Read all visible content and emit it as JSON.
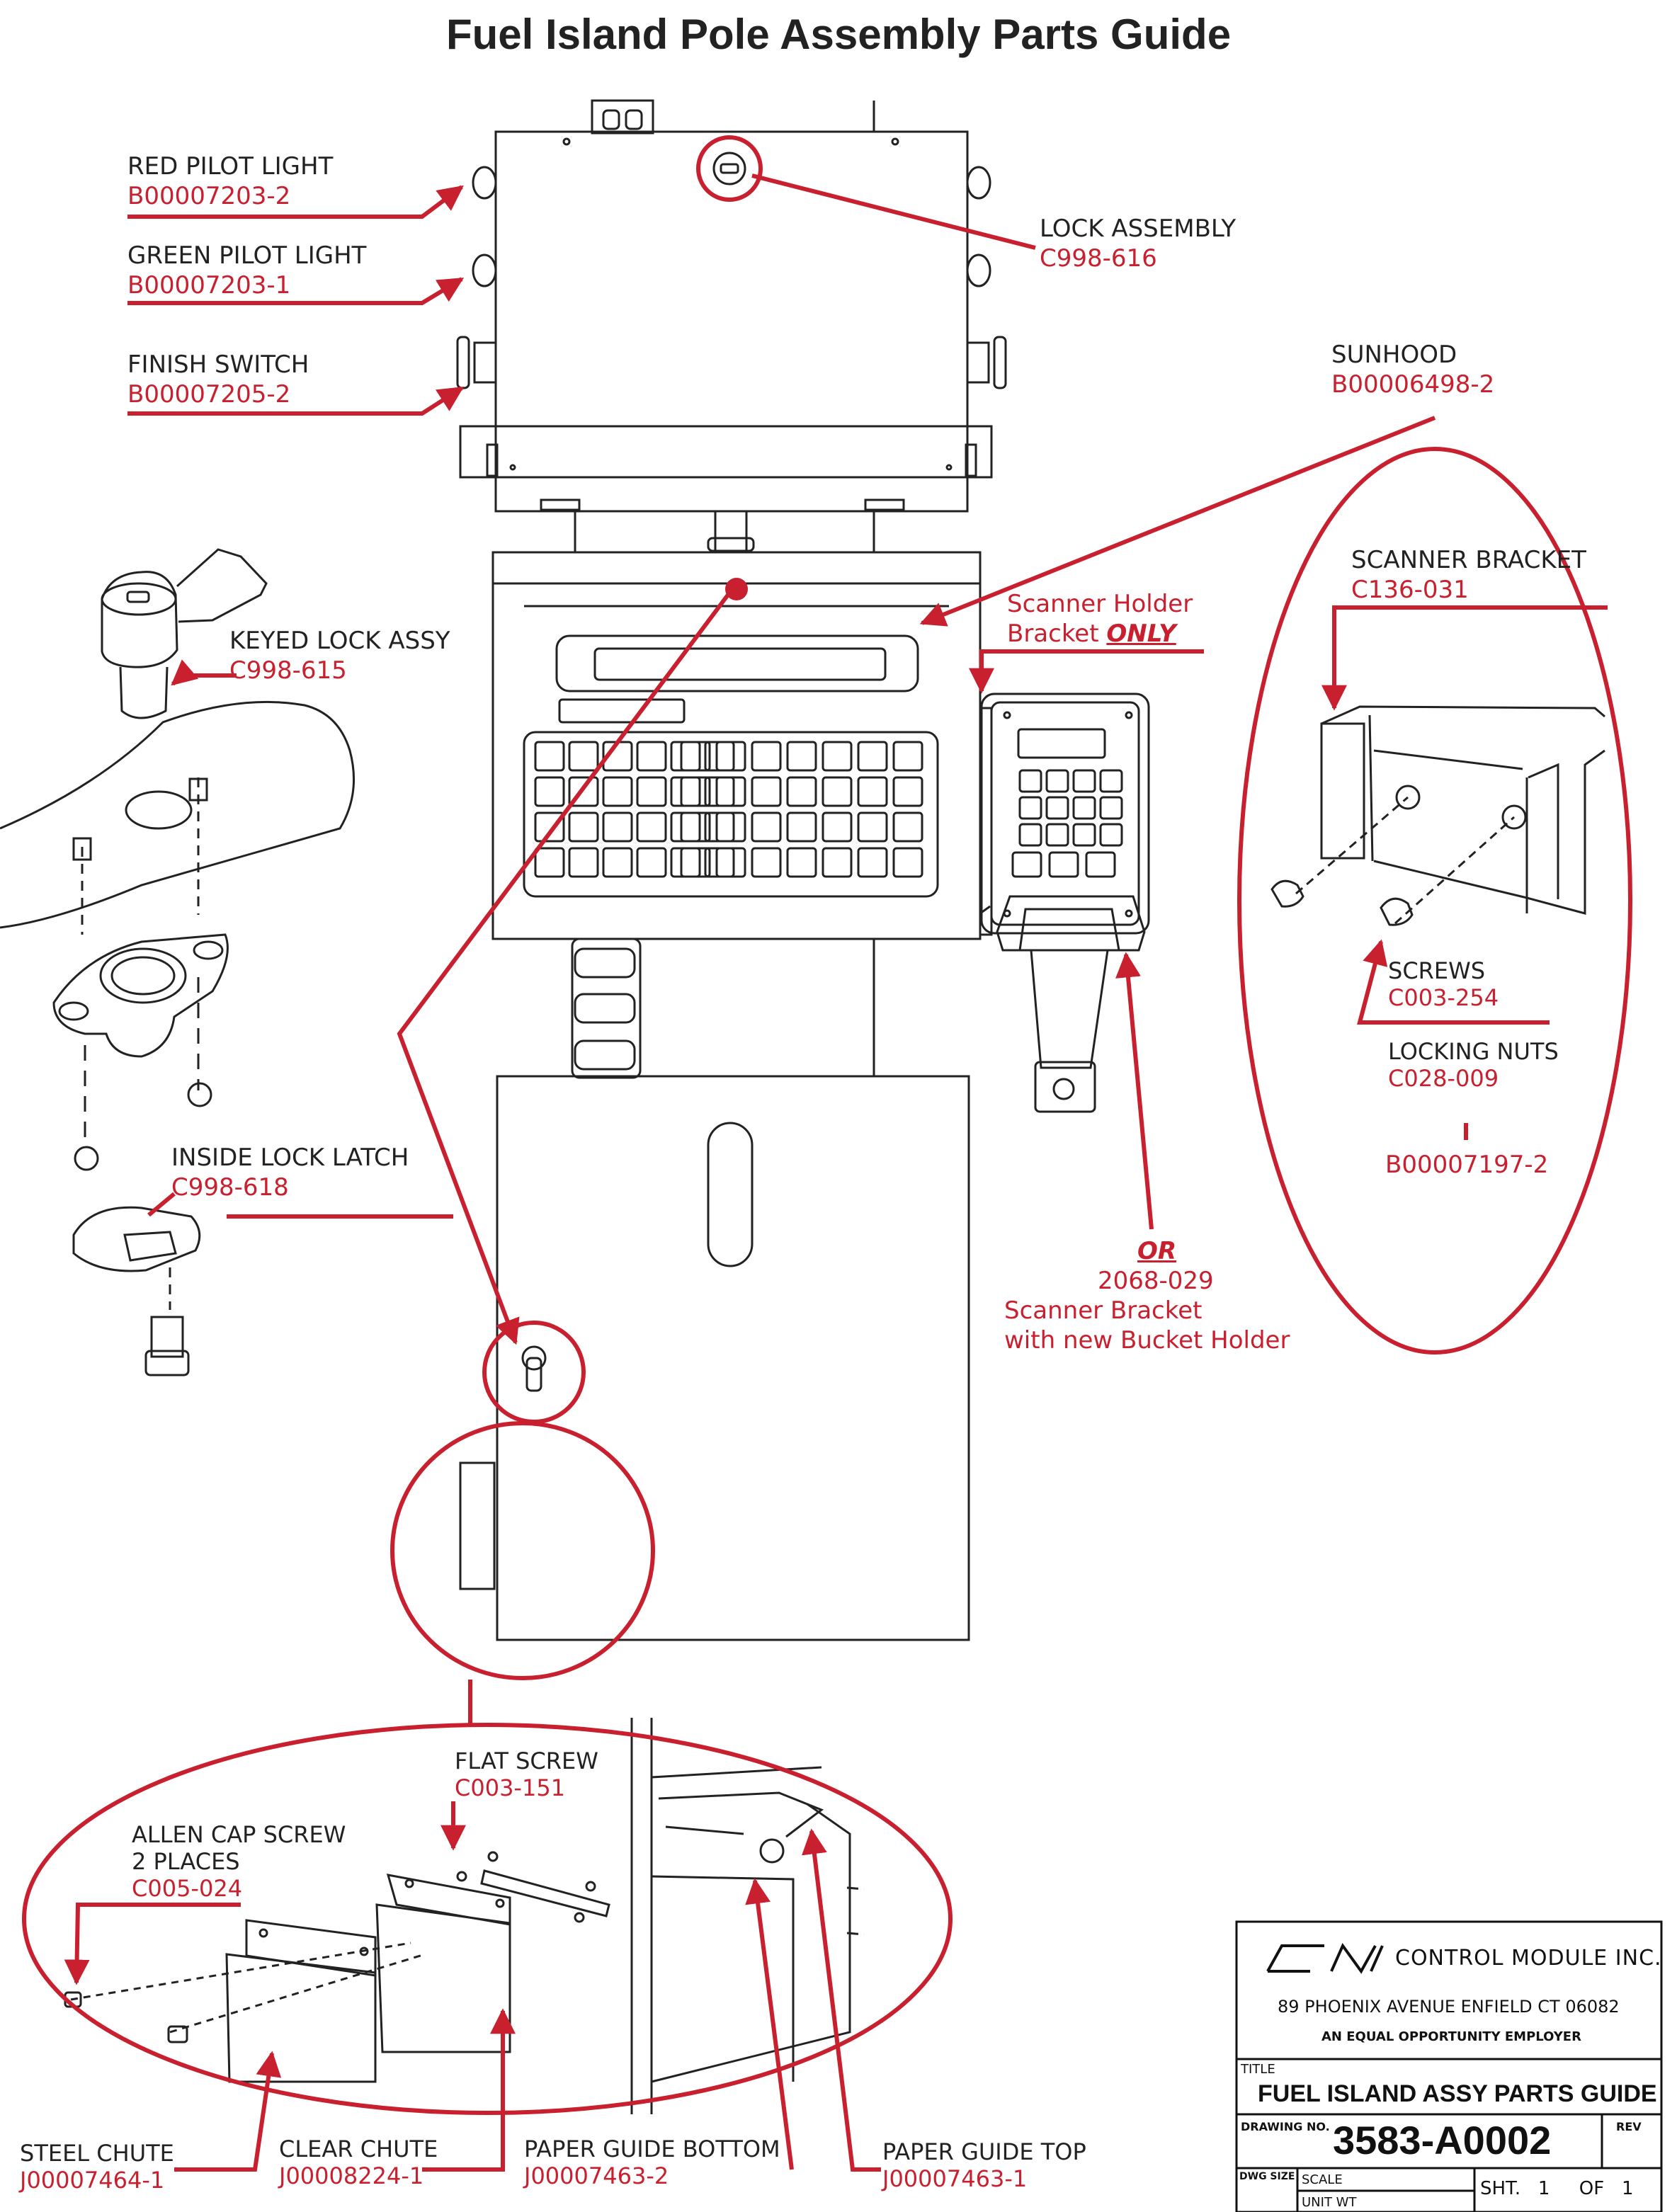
{
  "title": "Fuel Island Pole Assembly Parts Guide",
  "colors": {
    "accent": "#c8202f",
    "ink": "#222222"
  },
  "callouts": {
    "red_pilot": {
      "name": "RED PILOT LIGHT",
      "part": "B00007203-2"
    },
    "green_pilot": {
      "name": "GREEN PILOT LIGHT",
      "part": "B00007203-1"
    },
    "finish_switch": {
      "name": "FINISH SWITCH",
      "part": "B00007205-2"
    },
    "lock_assembly": {
      "name": "LOCK ASSEMBLY",
      "part": "C998-616"
    },
    "sunhood": {
      "name": "SUNHOOD",
      "part": "B00006498-2"
    },
    "scanner_holder": {
      "line1": "Scanner Holder",
      "line2_prefix": "Bracket ",
      "line2_emph": "ONLY"
    },
    "keyed_lock": {
      "name": "KEYED LOCK ASSY",
      "part": "C998-615"
    },
    "inside_latch": {
      "name": "INSIDE LOCK LATCH",
      "part": "C998-618"
    },
    "scanner_bracket": {
      "name": "SCANNER BRACKET",
      "part": "C136-031"
    },
    "screws": {
      "name": "SCREWS",
      "part": "C003-254"
    },
    "locking_nuts": {
      "name": "LOCKING NUTS",
      "part": "C028-009"
    },
    "bracket_kit": {
      "part": "B00007197-2"
    },
    "alt_bracket": {
      "or": "OR",
      "part": "2068-029",
      "line1": "Scanner Bracket",
      "line2": "with new Bucket Holder"
    },
    "flat_screw": {
      "name": "FLAT SCREW",
      "part": "C003-151"
    },
    "allen_cap": {
      "name": "ALLEN CAP SCREW",
      "qty": "2 PLACES",
      "part": "C005-024"
    },
    "steel_chute": {
      "name": "STEEL CHUTE",
      "part": "J00007464-1"
    },
    "clear_chute": {
      "name": "CLEAR CHUTE",
      "part": "J00008224-1"
    },
    "paper_bottom": {
      "name": "PAPER GUIDE BOTTOM",
      "part": "J00007463-2"
    },
    "paper_top": {
      "name": "PAPER GUIDE TOP",
      "part": "J00007463-1"
    }
  },
  "title_block": {
    "company": "CONTROL MODULE INC.",
    "address": "89 PHOENIX AVENUE  ENFIELD CT 06082",
    "eoe": "AN EQUAL OPPORTUNITY EMPLOYER",
    "title_label": "TITLE",
    "title": "FUEL ISLAND ASSY PARTS GUIDE",
    "drawing_label": "DRAWING NO.",
    "drawing_no": "3583-A0002",
    "rev_label": "REV",
    "dwg_size_label": "DWG SIZE",
    "scale_label": "SCALE",
    "unit_label": "UNIT WT",
    "sheet": "SHT.   1     OF   1"
  }
}
